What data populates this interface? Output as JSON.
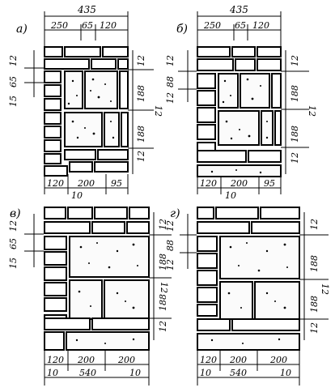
{
  "figure": {
    "panels": [
      {
        "id": "a",
        "label": "а)",
        "width_total": "435",
        "top_dims": [
          "250",
          "65",
          "120"
        ],
        "left_dims": [
          "15",
          "65",
          "12"
        ],
        "right_dims": [
          "12",
          "188",
          "12",
          "188",
          "12"
        ],
        "bottom_dims": [
          "120",
          "200",
          "95"
        ],
        "bottom_sub": [
          "10"
        ]
      },
      {
        "id": "b",
        "label": "б)",
        "width_total": "435",
        "top_dims": [
          "250",
          "65",
          "120"
        ],
        "left_dims": [
          "12",
          "88",
          "12"
        ],
        "right_dims": [
          "12",
          "188",
          "12",
          "188",
          "12"
        ],
        "bottom_dims": [
          "120",
          "200",
          "95"
        ],
        "bottom_sub": [
          "10"
        ]
      },
      {
        "id": "v",
        "label": "в)",
        "left_dims": [
          "15",
          "65",
          "12"
        ],
        "right_dims": [
          "12",
          "188",
          "12",
          "188",
          "12"
        ],
        "bottom_dims": [
          "120",
          "200",
          "200"
        ],
        "bottom_sub": [
          "10",
          "540",
          "10"
        ]
      },
      {
        "id": "g",
        "label": "г)",
        "left_dims": [
          "12",
          "88",
          "12"
        ],
        "right_dims": [
          "12",
          "188",
          "12",
          "188",
          "12"
        ],
        "bottom_dims": [
          "120",
          "200",
          "200"
        ],
        "bottom_sub": [
          "10",
          "540",
          "10"
        ]
      }
    ]
  }
}
